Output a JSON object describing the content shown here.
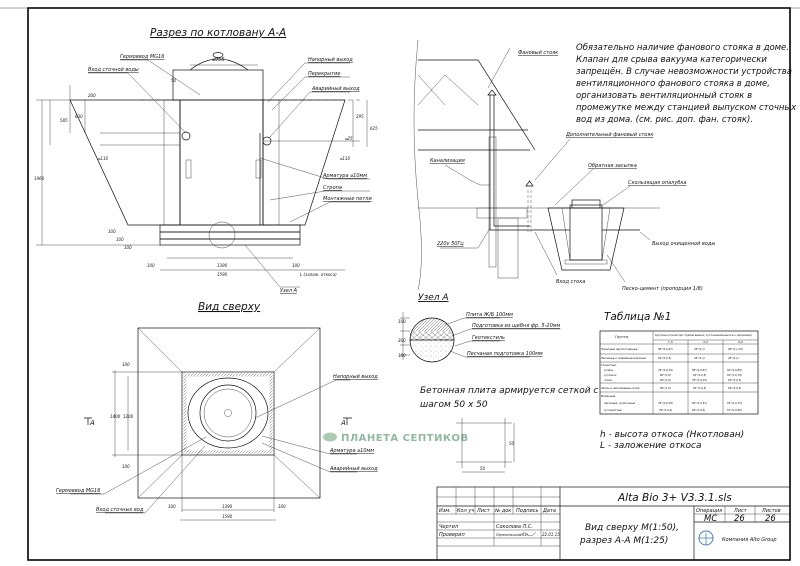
{
  "section_aa": {
    "title": "Разрез  по котловану А-А",
    "labels": {
      "hydro": "Гермоввод МG16",
      "inlet": "Вход сточной воды",
      "pressure_out": "Напорный выход",
      "overlap": "Перекрытие",
      "emergency": "Аварийный выход",
      "rebar": "Арматура ⌀10мм",
      "sling": "Стропа",
      "loops": "Монтажные петли",
      "node": "Узел А",
      "slope": "L (залож. откоса)"
    },
    "dims": [
      "⌀955",
      "50",
      "200",
      "630",
      "585",
      "⌀110",
      "1960",
      "100",
      "100",
      "100",
      "295",
      "625",
      "⌀25",
      "⌀110",
      "100",
      "1390",
      "100",
      "1590"
    ]
  },
  "scheme": {
    "fan_riser": "Фановый стояк",
    "extra_riser": "Дополнительный фановый стояк",
    "sewer": "Канализация",
    "backfill": "Обратная засыпка",
    "formwork": "Скользящая опалубка",
    "power": "220v 50Гц",
    "inlet": "Вход стока",
    "outlet": "Выход очищенной воды",
    "sand_cement": "Песко-цемент (пропорция 1/8)"
  },
  "note_lines": [
    "Обязательно наличие фанового стояка в доме.",
    "Клапан для срыва вакуума категорически",
    "запрещён. В случае невозможности устройства",
    "вентиляционного фанового стояка в доме,",
    "организовать вентиляционный стояк в",
    "промежутке между станцией выпуском сточных",
    "вод из дома. (см. рис. доп. фан. стояк)."
  ],
  "top_view": {
    "title": "Вид сверху",
    "labels": {
      "pressure_out": "Напорный выход",
      "rebar": "Арматура ⌀10мм",
      "emergency": "Аварийный выход",
      "hydro": "Гермоввод МG16",
      "inlet": "Вход сточных вод"
    },
    "section_mark": "А",
    "dims": [
      "100",
      "1400",
      "1200",
      "100",
      "100",
      "1390",
      "100",
      "1590"
    ]
  },
  "node_a": {
    "title": "Узел А",
    "layers": [
      "Плита Ж/Б 100мм",
      "Подготовка из щебня фр. 5-20мм",
      "Геотекстиль",
      "Песчаная подготовка 100мм"
    ],
    "dims": [
      "100",
      "200",
      "100"
    ],
    "mesh_note_1": "Бетонная плита армируется сеткой с",
    "mesh_note_2": "шагом 50 х 50",
    "mesh_dims": [
      "50",
      "50"
    ]
  },
  "table": {
    "title": "Таблица №1",
    "header_soil": "Грунты",
    "header_main": "Крутизна откосов при глубине выемки, м (отношение высоты к заложению)",
    "depths": [
      "1,5",
      "3,0",
      "5,0"
    ],
    "rows": [
      {
        "name": "Насыпные неуплотнённые",
        "v": [
          "56°(1:0,67)",
          "45°(1:1)",
          "38°(1:1,25)"
        ]
      },
      {
        "name": "Песчаные и гравийные влажные",
        "v": [
          "63°(1:0,5)",
          "45°(1:1)",
          "45°(1:1)"
        ]
      },
      {
        "name": "Глинистые:",
        "v": [
          "",
          "",
          ""
        ]
      },
      {
        "name": "супесь",
        "v": [
          "76°(1:0,25)",
          "56°(1:0,67)",
          "50°(1:0,85)"
        ]
      },
      {
        "name": "суглинок",
        "v": [
          "90°(1:0)",
          "63°(1:0,5)",
          "53°(1:0,75)"
        ]
      },
      {
        "name": "глина",
        "v": [
          "90°(1:0)",
          "76°(1:0,25)",
          "63°(1:0,5)"
        ]
      },
      {
        "name": "Лессы и лессовидные сухие",
        "v": [
          "90°(1:0)",
          "63°(1:0,5)",
          "63°(1:0,5)"
        ]
      },
      {
        "name": "Моренные:",
        "v": [
          "",
          "",
          ""
        ]
      },
      {
        "name": "песчаные, супесчаные",
        "v": [
          "76°(1:0,25)",
          "60°(1:0,57)",
          "53°(1:0,75)"
        ]
      },
      {
        "name": "суглинистые",
        "v": [
          "78°(1:0,2)",
          "63°(1:0,5)",
          "57°(1:0,65)"
        ]
      }
    ],
    "legend_h": "h - высота откоса (Нкотлован)",
    "legend_l": "L - заложение откоса"
  },
  "watermark": "ПЛАНЕТА СЕПТИКОВ",
  "title_block": {
    "doc": "Alta Bio 3+ V3.3.1.sls",
    "headers": [
      "Изм.",
      "Кол уч",
      "Лист",
      "№ док",
      "Подпись",
      "Дата"
    ],
    "drawn_role": "Чертил",
    "drawn_name": "Соколова Л.С.",
    "checked_role": "Проверил",
    "checked_name": "Перекальский А.И.",
    "date": "22.01.15",
    "view_1": "Вид сверху М(1:50),",
    "view_2": "разрез А-А М(1:25)",
    "op_label": "Операция",
    "sheet_label": "Лист",
    "sheets_label": "Листов",
    "op_value": "МС",
    "sheet_value": "26",
    "sheets_value": "26",
    "company": "Компания Alto Group"
  }
}
